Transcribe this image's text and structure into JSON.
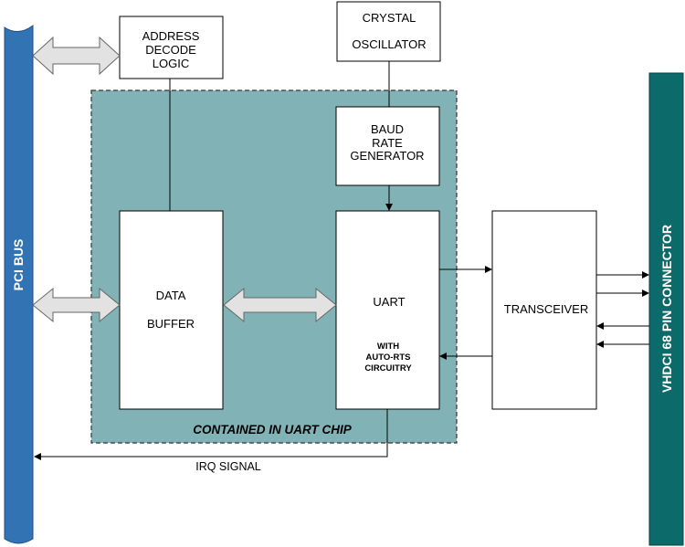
{
  "colors": {
    "pci_bus": "#3273b3",
    "connector": "#0d6a6b",
    "uart_chip_region": "#80b2b6",
    "arrow_fill": "#e2e2e2"
  },
  "pci_bus": {
    "label": "PCI BUS"
  },
  "connector": {
    "label": "VHDCI 68 PIN CONNECTOR"
  },
  "address_decode": {
    "line1": "ADDRESS",
    "line2": "DECODE",
    "line3": "LOGIC"
  },
  "crystal": {
    "line1": "CRYSTAL",
    "line2": "OSCILLATOR"
  },
  "baud": {
    "line1": "BAUD",
    "line2": "RATE",
    "line3": "GENERATOR"
  },
  "data_buffer": {
    "line1": "DATA",
    "line2": "BUFFER"
  },
  "uart": {
    "label": "UART",
    "sub1": "WITH",
    "sub2": "AUTO-RTS",
    "sub3": "CIRCUITRY"
  },
  "transceiver": {
    "label": "TRANSCEIVER"
  },
  "chip_region": {
    "label": "CONTAINED IN UART CHIP"
  },
  "irq": {
    "label": "IRQ SIGNAL"
  }
}
